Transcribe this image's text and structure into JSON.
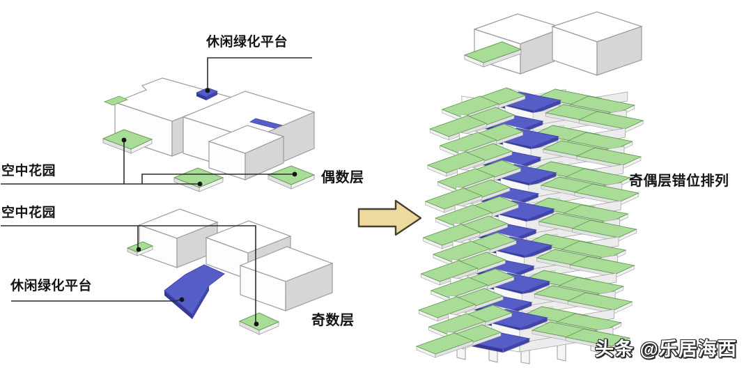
{
  "even_plan": {
    "platform_label": "休闲绿化平台",
    "garden_label": "空中花园",
    "name_label": "偶数层"
  },
  "odd_plan": {
    "garden_label": "空中花园",
    "platform_label": "休闲绿化平台",
    "name_label": "奇数层"
  },
  "tower": {
    "caption": "奇偶层错位排列",
    "floors": 14
  },
  "watermark": {
    "text": "头条 @乐居海西"
  },
  "colors": {
    "garden_green": "#a9dc97",
    "garden_green_edge": "#679a56",
    "platform_blue": "#575dc7",
    "platform_blue_side": "#3f45ab",
    "mass_white": "#ffffff",
    "mass_gray": "#d6d6d6",
    "edge_gray": "#9b9b9b",
    "arrow_fill": "#eeda9f",
    "arrow_edge": "#46402f",
    "leader_line": "#2b2b2b"
  }
}
